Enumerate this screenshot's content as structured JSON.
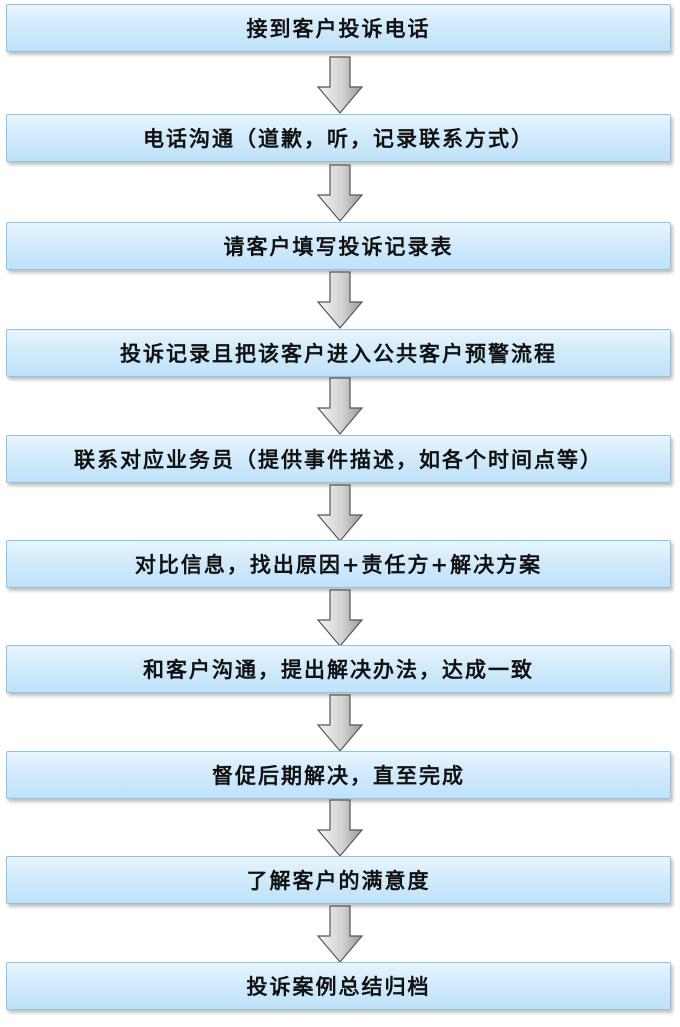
{
  "flowchart": {
    "steps": [
      "接到客户投诉电话",
      "电话沟通（道歉，听，记录联系方式）",
      "请客户填写投诉记录表",
      "投诉记录且把该客户进入公共客户预警流程",
      "联系对应业务员（提供事件描述，如各个时间点等）",
      "对比信息，找出原因+责任方+解决方案",
      "和客户沟通，提出解决办法，达成一致",
      "督促后期解决，直至完成",
      "了解客户的满意度",
      "投诉案例总结归档"
    ]
  },
  "colors": {
    "box_border": "#8fc3e3",
    "box_fill_top": "#e9f5fd",
    "box_fill_bottom": "#bfe2fa",
    "arrow_fill_light": "#f4f4f4",
    "arrow_fill_dark": "#9a9a9a",
    "arrow_stroke": "#555555"
  }
}
